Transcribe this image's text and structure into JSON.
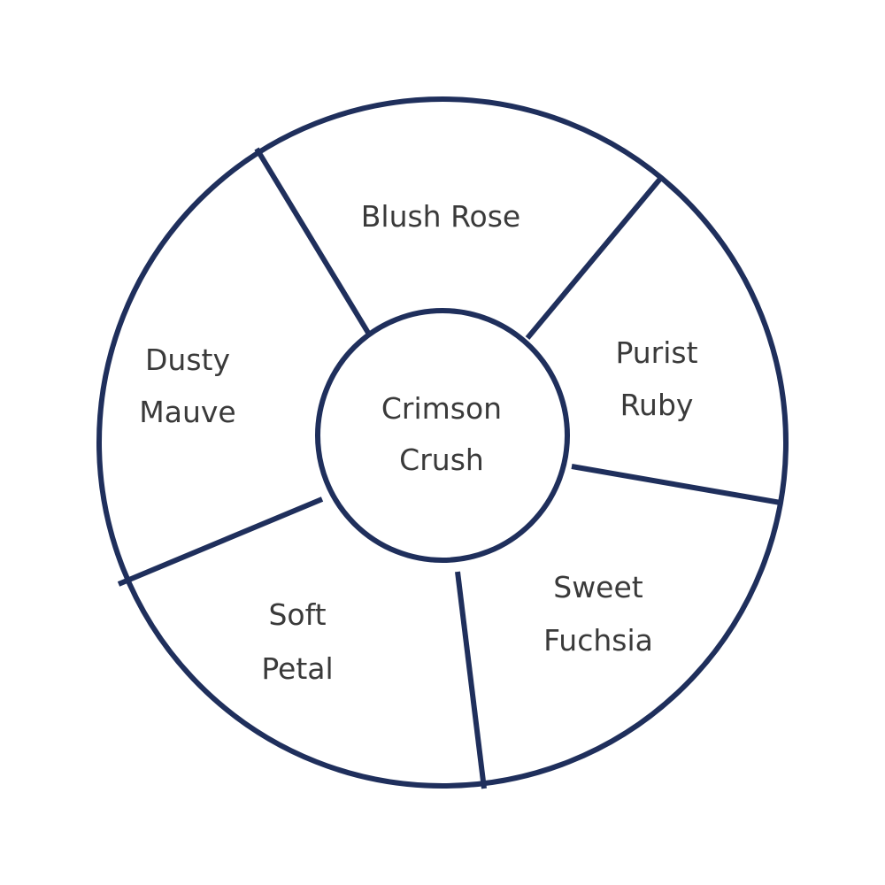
{
  "diagram": {
    "center": {
      "line1": "Crimson",
      "line2": "Crush"
    },
    "segments": [
      {
        "name": "blush-rose",
        "line1": "Blush Rose",
        "line2": ""
      },
      {
        "name": "purist-ruby",
        "line1": "Purist",
        "line2": "Ruby"
      },
      {
        "name": "sweet-fuchsia",
        "line1": "Sweet",
        "line2": "Fuchsia"
      },
      {
        "name": "soft-petal",
        "line1": "Soft",
        "line2": "Petal"
      },
      {
        "name": "dusty-mauve",
        "line1": "Dusty",
        "line2": "Mauve"
      }
    ],
    "stroke_color": "#1f2f5c"
  }
}
